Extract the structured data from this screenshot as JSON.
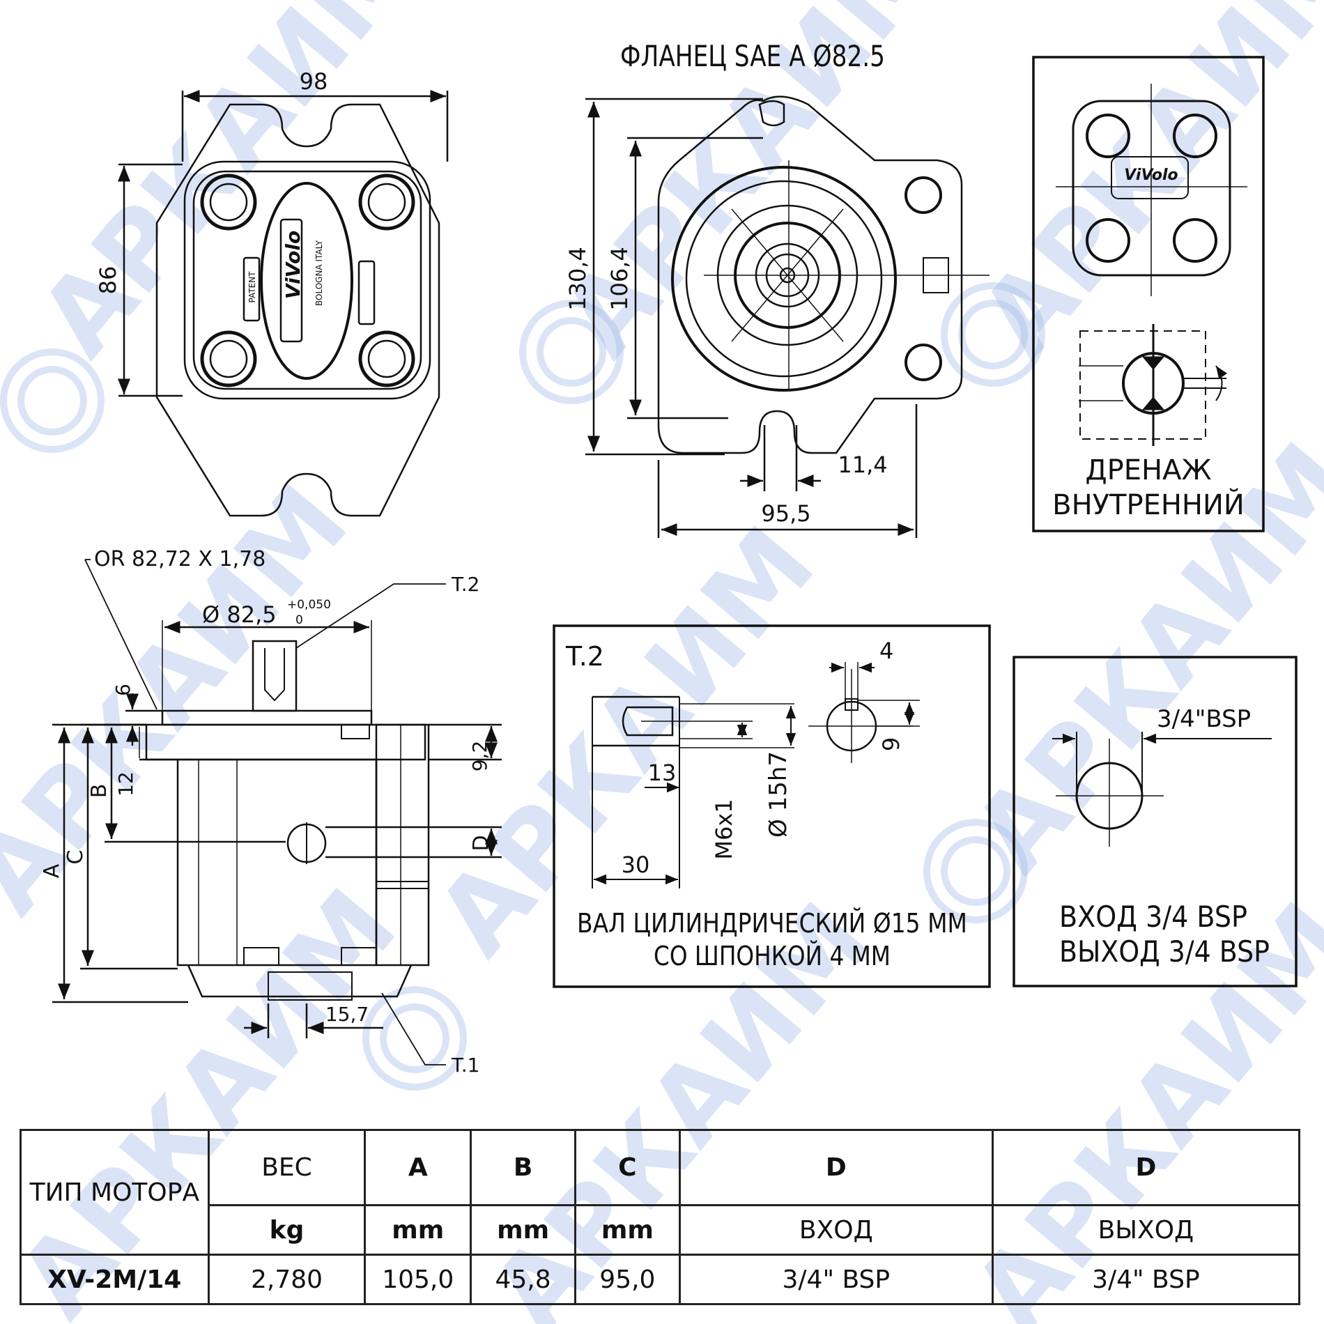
{
  "top_title": "ФЛАНЕЦ SAE A Ø82.5",
  "front_view": {
    "width": "98",
    "height": "86"
  },
  "flange_view": {
    "dim_outer": "130,4",
    "dim_inner": "106,4",
    "dim_offset": "11,4",
    "dim_depth": "95,5"
  },
  "drain_box": {
    "line1": "ДРЕНАЖ",
    "line2": "ВНУТРЕННИЙ"
  },
  "side_view": {
    "oring": "OR 82,72 X 1,78",
    "pilot_label": "Ø  82,5",
    "tol_upper": "+0,050",
    "tol_lower": "0",
    "t2_ref": "T.2",
    "t1_ref": "T.1",
    "dim_6": "6",
    "dim_12": "12",
    "dim_9_2": "9,2",
    "dim_15_7": "15,7",
    "label_a": "A",
    "label_b": "B",
    "label_c": "C",
    "label_d": "D"
  },
  "shaft_box": {
    "title": "T.2",
    "dim_4": "4",
    "dim_13": "13",
    "dim_30": "30",
    "dim_9": "9",
    "thread": "M6x1",
    "dia": "Ø 15h7",
    "caption1": "ВАЛ ЦИЛИНДРИЧЕСКИЙ Ø15 ММ",
    "caption2": "СО ШПОНКОЙ 4 ММ"
  },
  "port_box": {
    "port_label": "3/4\"BSP",
    "line1": "ВХОД  3/4 BSP",
    "line2": "ВЫХОД  3/4 BSP"
  },
  "logo_text": "ViVolo",
  "logo_sub": "BOLOGNA  ITALY",
  "patent_text": "PATENT",
  "watermark": "АРКАИМ",
  "table": {
    "h_type": "ТИП МОТОРА",
    "h_weight": "ВЕС",
    "h_a": "A",
    "h_b": "B",
    "h_c": "C",
    "h_d1": "D",
    "h_d2": "D",
    "u_weight": "kg",
    "u_a": "mm",
    "u_b": "mm",
    "u_c": "mm",
    "u_d1": "ВХОД",
    "u_d2": "ВЫХОД",
    "row": {
      "type": "XV-2M/14",
      "weight": "2,780",
      "a": "105,0",
      "b": "45,8",
      "c": "95,0",
      "d_in": "3/4\" BSP",
      "d_out": "3/4\" BSP"
    }
  },
  "colors": {
    "line": "#111111",
    "watermark": "#9ab4e6"
  }
}
